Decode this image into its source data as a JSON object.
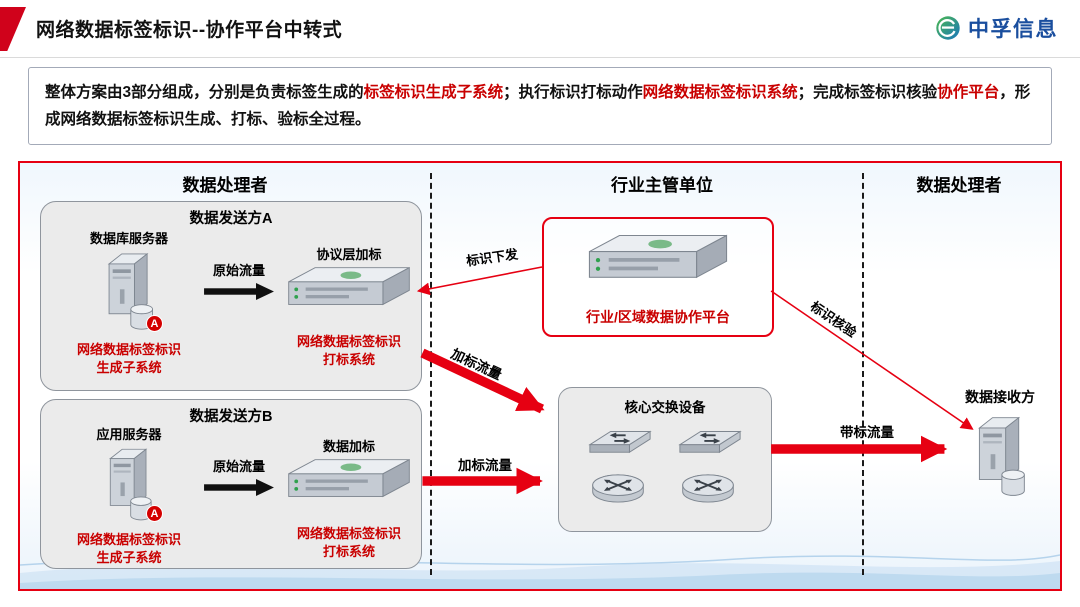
{
  "colors": {
    "accent_red": "#E60012",
    "em_red": "#C90000",
    "flag_red": "#D0021B",
    "logo_blue": "#1A4E9E"
  },
  "header": {
    "title": "网络数据标签标识--协作平台中转式",
    "logo_text": "中孚信息",
    "logo_icon": "zhongfu-globe-icon"
  },
  "summary": {
    "segments": [
      "整体方案由3部分组成，分别是负责标签生成的",
      "标签标识生成子系统",
      "；执行标识打标动作",
      "网络数据标签标识系统",
      "；完成标签标识核验",
      "协作平台",
      "，形成网络数据标签标识生成、打标、验标全过程。"
    ]
  },
  "diagram": {
    "column_headers": [
      "数据处理者",
      "行业主管单位",
      "数据处理者"
    ],
    "sender_a": {
      "title": "数据发送方A",
      "server_label": "数据库服务器",
      "server_icon": "database-server-icon",
      "badge": "A",
      "server_caption": [
        "网络数据标签标识",
        "生成子系统"
      ],
      "flow_label": "原始流量",
      "flow_icon": "right-arrow-icon",
      "device_label": "协议层加标",
      "device_icon": "rack-device-icon",
      "device_caption": [
        "网络数据标签标识",
        "打标系统"
      ]
    },
    "sender_b": {
      "title": "数据发送方B",
      "server_label": "应用服务器",
      "server_icon": "app-server-icon",
      "badge": "A",
      "server_caption": [
        "网络数据标签标识",
        "生成子系统"
      ],
      "flow_label": "原始流量",
      "flow_icon": "right-arrow-icon",
      "device_label": "数据加标",
      "device_icon": "rack-device-icon",
      "device_caption": [
        "网络数据标签标识",
        "打标系统"
      ]
    },
    "platform": {
      "label": "行业/区域数据协作平台",
      "icon": "rack-device-icon"
    },
    "core_switch": {
      "label": "核心交换设备",
      "icons": [
        "switch-icon",
        "switch-icon",
        "router-icon",
        "router-icon"
      ]
    },
    "receiver": {
      "label": "数据接收方",
      "icon": "database-server-icon"
    },
    "arrow_labels": {
      "distribute": "标识下发",
      "verify": "标识核验",
      "tagged_flow_a": "加标流量",
      "tagged_flow_b": "加标流量",
      "tagged_out": "带标流量"
    }
  }
}
